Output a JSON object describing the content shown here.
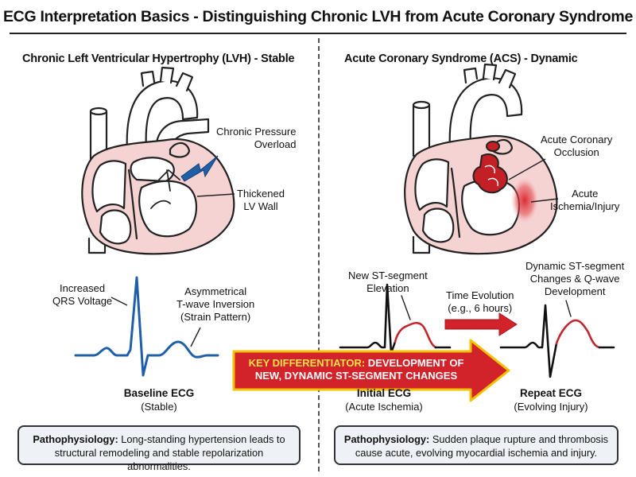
{
  "header": {
    "title": "ECG Interpretation Basics - Distinguishing Chronic LVH from Acute Coronary Syndrome"
  },
  "left": {
    "subtitle": "Chronic Left Ventricular Hypertrophy (LVH) - Stable",
    "labels": {
      "pressure_line1": "Chronic Pressure",
      "pressure_line2": "Overload",
      "wall_line1": "Thickened",
      "wall_line2": "LV Wall",
      "qrs_line1": "Increased",
      "qrs_line2": "QRS Voltage",
      "twave_line1": "Asymmetrical",
      "twave_line2": "T-wave Inversion",
      "twave_line3": "(Strain Pattern)"
    },
    "ecg_caption": {
      "title": "Baseline ECG",
      "sub": "(Stable)"
    },
    "box": {
      "label": "Pathophysiology:",
      "text_line1": " Long-standing hypertension leads to",
      "text_line2": "structural remodeling and stable repolarization abnormalities."
    }
  },
  "right": {
    "subtitle": "Acute Coronary Syndrome (ACS) - Dynamic",
    "labels": {
      "occlusion_line1": "Acute Coronary",
      "occlusion_line2": "Occlusion",
      "ischemia_line1": "Acute",
      "ischemia_line2": "Ischemia/Injury",
      "st_new_line1": "New ST-segment",
      "st_new_line2": "Elevation",
      "time_line1": "Time Evolution",
      "time_line2": "(e.g., 6 hours)",
      "dyn_line1": "Dynamic ST-segment",
      "dyn_line2": "Changes & Q-wave",
      "dyn_line3": "Development"
    },
    "initial_caption": {
      "title": "Initial ECG",
      "sub": "(Acute Ischemia)"
    },
    "repeat_caption": {
      "title": "Repeat ECG",
      "sub": "(Evolving Injury)"
    },
    "box": {
      "label": "Pathophysiology:",
      "text_line1": " Sudden plaque rupture and thrombosis",
      "text_line2": "cause acute, evolving myocardial ischemia and injury."
    }
  },
  "banner": {
    "line1_key": "KEY DIFFERENTIATOR:",
    "line1_rest": " DEVELOPMENT OF",
    "line2": "NEW, DYNAMIC ST-SEGMENT CHANGES"
  },
  "colors": {
    "lvh_ecg": "#1f5fa8",
    "acs_st": "#c0282d",
    "arrow_blue": "#1f5fa8",
    "banner_red": "#d2232a",
    "banner_border": "#f2c200",
    "myocardium": "#f6d3d3"
  }
}
